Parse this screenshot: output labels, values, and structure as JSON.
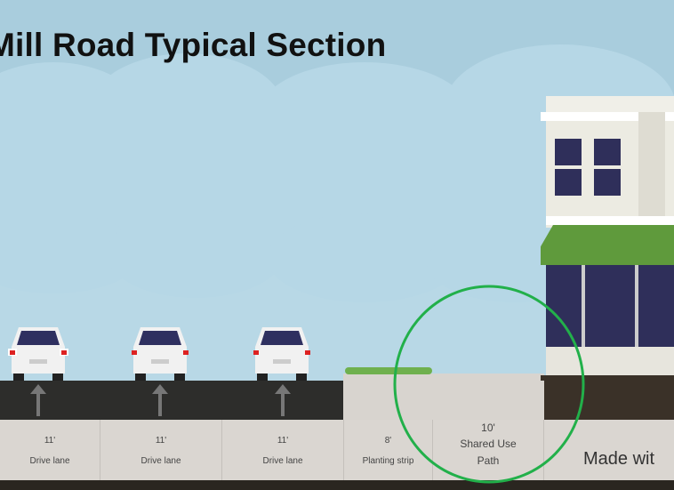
{
  "title": "Mill Road Typical Section",
  "segments": [
    {
      "width": "11'",
      "name": "Drive lane"
    },
    {
      "width": "11'",
      "name": "Drive lane"
    },
    {
      "width": "11'",
      "name": "Drive lane"
    },
    {
      "width": "8'",
      "name": "Planting strip"
    },
    {
      "width": "10'",
      "name": "Shared Use Path"
    }
  ],
  "footer": "Made wit",
  "colors": {
    "sky": "#a9cddd",
    "road": "#2d2d2b",
    "highlight": "#22b04a",
    "awning": "#5f9a3c"
  }
}
